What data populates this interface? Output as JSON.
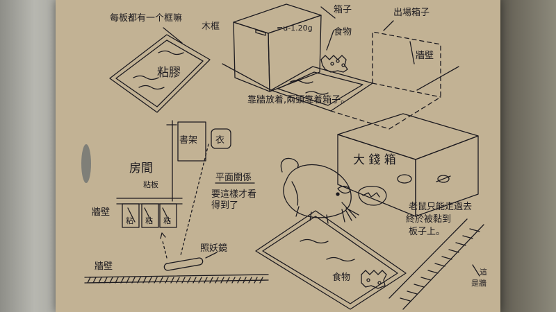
{
  "labels": {
    "caption_top": "每板都有一个框嘛",
    "frame": "木框",
    "pad": "粘膠",
    "box": "箱子",
    "food_top": "食物",
    "out_box": "出場箱子",
    "wall_right": "牆壁",
    "instruction": "靠牆放着,兩頭靠着箱子。",
    "bookcase": "書架",
    "wardrobe": "衣",
    "room": "房間",
    "board_small": "粘板",
    "wall_left": "牆壁",
    "board_cells": [
      "粘",
      "粘",
      "粘"
    ],
    "plan_view_title": "平面關係",
    "plan_view_note": "要這樣才看得到了",
    "mirror": "照妖鏡",
    "wall_bottom": "牆壁",
    "money_box": "大 錢 箱",
    "mouse_note": "老鼠只能走過去,終於被黏到板子上。",
    "food_bottom": "食物",
    "wall_bottom_right": "這是牆"
  },
  "colors": {
    "ink": "#1c1a1f",
    "board": "#c2b294"
  }
}
